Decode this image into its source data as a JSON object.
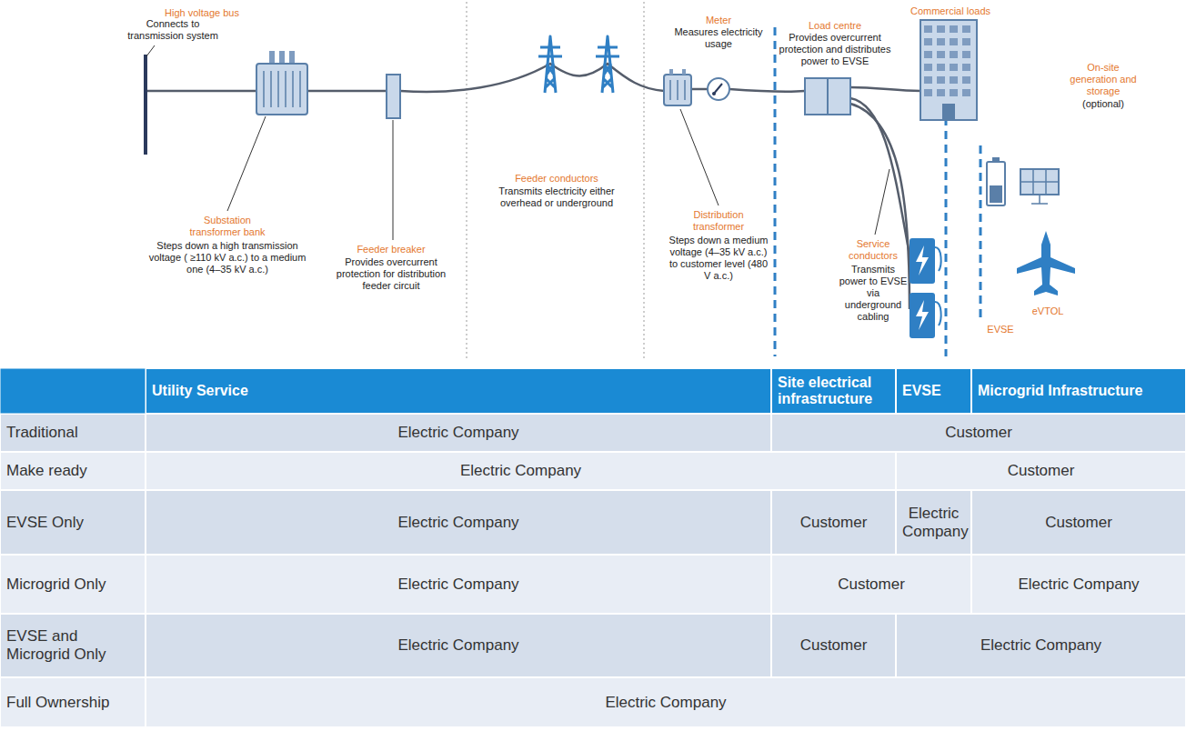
{
  "diagram": {
    "labels": [
      "High voltage bus",
      "Connects to transmission system",
      "Substation transformer bank",
      "Steps down a high transmission voltage ( ≥110 kV a.c.) to a medium one (4–35 kV a.c.)",
      "Feeder breaker",
      "Provides overcurrent protection for distribution feeder circuit",
      "Feeder conductors",
      "Transmits electricity either overhead or underground",
      "Meter",
      "Measures electricity usage",
      "Distribution transformer",
      "Steps down a medium voltage (4–35 kV a.c.) to customer level (480 V a.c.)",
      "Load centre",
      "Provides overcurrent protection and distributes power to EVSE",
      "Commercial loads",
      "Service conductors",
      "Transmits power to EVSE via underground cabling",
      "On-site generation and storage",
      "(optional)",
      "EVSE",
      "eVTOL",
      "Utility Service",
      "Site electrical infrastructure",
      "EVSE",
      "Microgrid Infrastructure",
      "Traditional",
      "Electric Company",
      "Customer",
      "Make ready",
      "Electric Company",
      "Customer",
      "EVSE Only",
      "Electric Company",
      "Customer",
      "Electric Company",
      "Customer",
      "Microgrid Only",
      "Electric Company",
      "Customer",
      "Electric Company",
      "EVSE and Microgrid Only",
      "Electric Company",
      "Customer",
      "Electric Company",
      "Full Ownership",
      "Electric Company"
    ]
  }
}
